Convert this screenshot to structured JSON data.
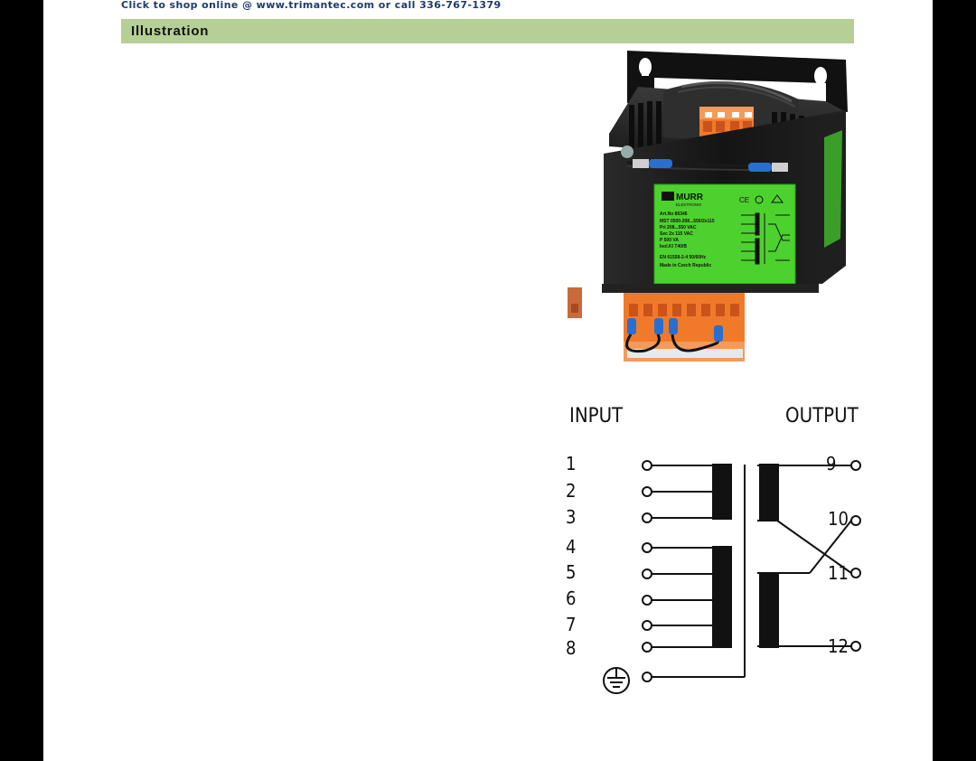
{
  "header": {
    "shop_link": "Click to shop online @ www.trimantec.com or call 336-767-1379"
  },
  "section": {
    "title": "Illustration"
  },
  "product_label": {
    "brand": "MURR",
    "brand_sub": "ELEKTRONIK",
    "lines": [
      "Art.No 86346",
      "MST  0500-208...550/2x115",
      "Pri   208...550 VAC",
      "Sec   2x 115 VAC",
      "P     500 VA",
      "Isol.Kl T40/B",
      "EN 61558-2-4     50/60Hz",
      "Made in Czech Republic"
    ]
  },
  "diagram": {
    "input_label": "INPUT",
    "output_label": "OUTPUT",
    "input_terminals": [
      "1",
      "2",
      "3",
      "4",
      "5",
      "6",
      "7",
      "8"
    ],
    "output_terminals": [
      "9",
      "10",
      "11",
      "12"
    ]
  },
  "colors": {
    "header_bar": "#b5cf96",
    "link_text": "#1f3a6b",
    "terminal_orange": "#f07a2a",
    "label_green": "#4dd12e",
    "housing": "#1b1b1b"
  }
}
